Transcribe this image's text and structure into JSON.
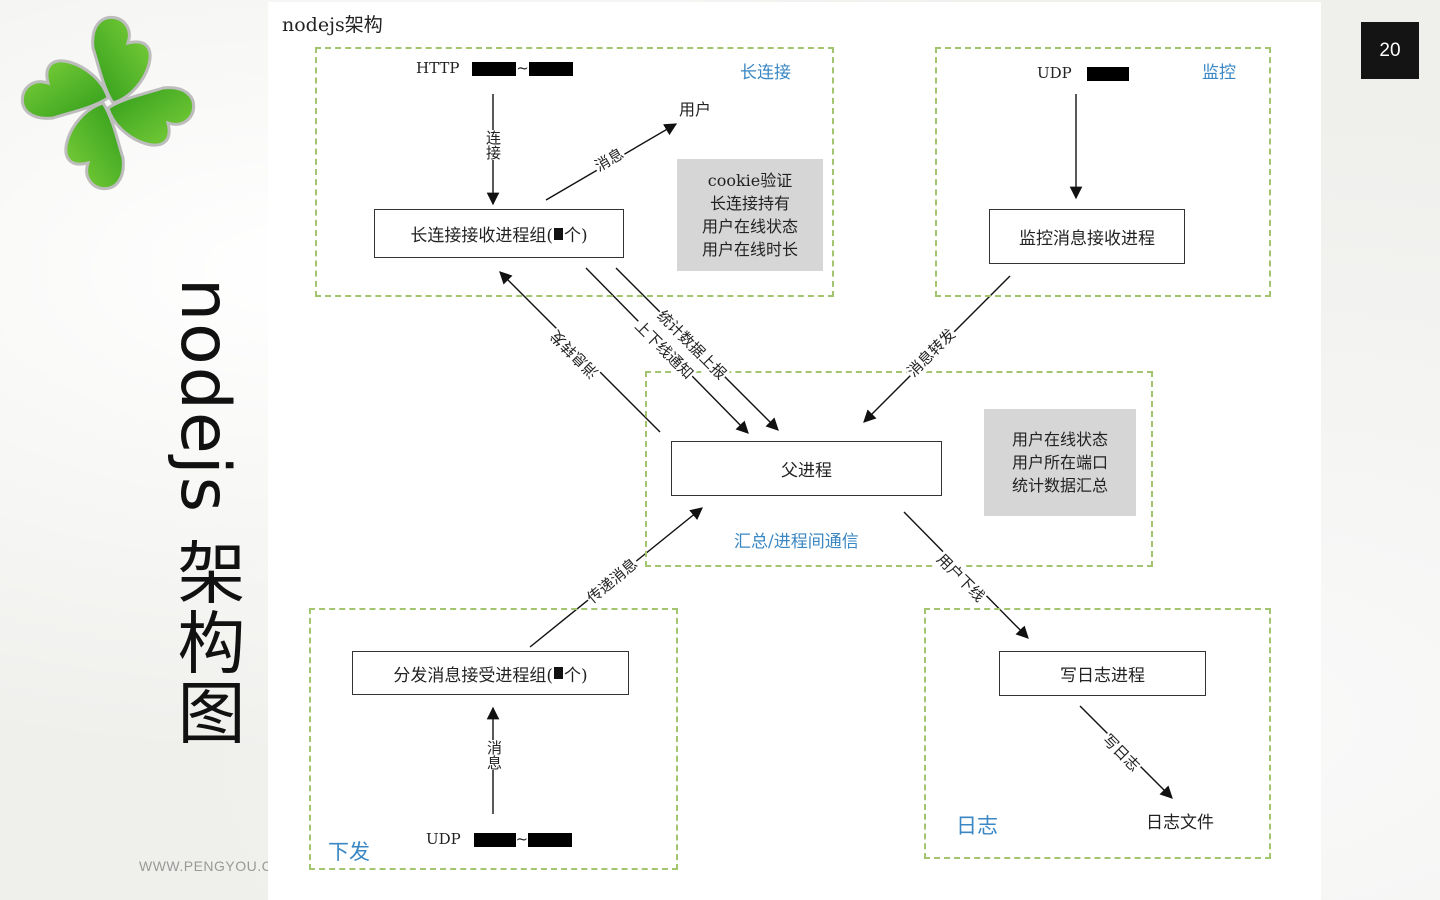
{
  "slide": {
    "vertical_title": "nodejs 架构图",
    "watermark": "WWW.PENGYOU.COM",
    "page_number": "20"
  },
  "diagram": {
    "title": "nodejs架构",
    "zones": {
      "long_conn": "长连接",
      "monitor": "监控",
      "aggregate": "汇总/进程间通信",
      "dispatch": "下发",
      "log": "日志"
    },
    "nodes": {
      "long_conn_group_prefix": "长连接接收进程组(",
      "long_conn_group_suffix": "个)",
      "monitor_proc": "监控消息接收进程",
      "parent_proc": "父进程",
      "dispatch_group_prefix": "分发消息接受进程组(",
      "dispatch_group_suffix": "个)",
      "log_proc": "写日志进程"
    },
    "notes": {
      "long_conn": [
        "cookie验证",
        "长连接持有",
        "用户在线状态",
        "用户在线时长"
      ],
      "aggregate": [
        "用户在线状态",
        "用户所在端口",
        "统计数据汇总"
      ]
    },
    "texts": {
      "http": "HTTP",
      "udp_monitor": "UDP",
      "udp_dispatch": "UDP",
      "user": "用户",
      "log_file": "日志文件",
      "tilde": "~"
    },
    "edges": {
      "connect": "连接",
      "message_user": "消息",
      "stats_report": "统计数据上报",
      "online_notify": "上下线通知",
      "msg_forward_left": "消息转发",
      "msg_forward_right": "消息转发",
      "pass_message": "传递消息",
      "message_udp": "消息",
      "user_offline": "用户下线",
      "write_log": "写日志"
    }
  }
}
